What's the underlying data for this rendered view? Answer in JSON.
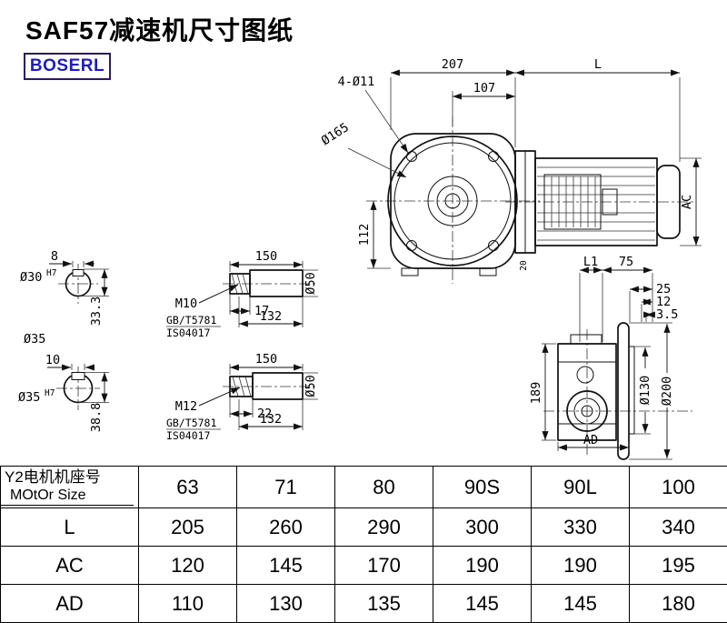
{
  "page": {
    "title": "SAF57减速机尺寸图纸",
    "brand": "BOSERL"
  },
  "drawing": {
    "front_view": {
      "w207": "207",
      "L": "L",
      "w107": "107",
      "bolt_holes": "4-Ø11",
      "flange_dia": "Ø165",
      "h112": "112",
      "AC": "AC",
      "d20": "20"
    },
    "shaft_end_1": {
      "key_w": "8",
      "bore": "Ø30",
      "bore_tol": "H7",
      "key_h": "33.3",
      "shaft_label": "Ø35"
    },
    "shaft_end_2": {
      "key_w": "10",
      "bore": "Ø35",
      "bore_tol": "H7",
      "key_h": "38.8"
    },
    "shaft_1": {
      "len": "150",
      "thread": "M10",
      "std1": "GB/T5781",
      "std2": "IS04017",
      "thread_len": "17",
      "body_len": "132",
      "dia": "Ø50"
    },
    "shaft_2": {
      "len": "150",
      "thread": "M12",
      "std1": "GB/T5781",
      "std2": "IS04017",
      "thread_len": "22",
      "body_len": "132",
      "dia": "Ø50"
    },
    "side_view": {
      "L1": "L1",
      "d75": "75",
      "d25": "25",
      "d12": "12",
      "d3_5": "3.5",
      "h189": "189",
      "dia130": "Ø130",
      "dia200": "Ø200",
      "AD": "AD"
    }
  },
  "table": {
    "header": {
      "label_cn": "Y2电机机座号",
      "label_en": "MOtOr Size",
      "values": [
        "63",
        "71",
        "80",
        "90S",
        "90L",
        "100"
      ]
    },
    "rows": [
      {
        "label": "L",
        "values": [
          "205",
          "260",
          "290",
          "300",
          "330",
          "340"
        ]
      },
      {
        "label": "AC",
        "values": [
          "120",
          "145",
          "170",
          "190",
          "190",
          "195"
        ]
      },
      {
        "label": "AD",
        "values": [
          "110",
          "130",
          "135",
          "145",
          "145",
          "180"
        ]
      }
    ]
  }
}
